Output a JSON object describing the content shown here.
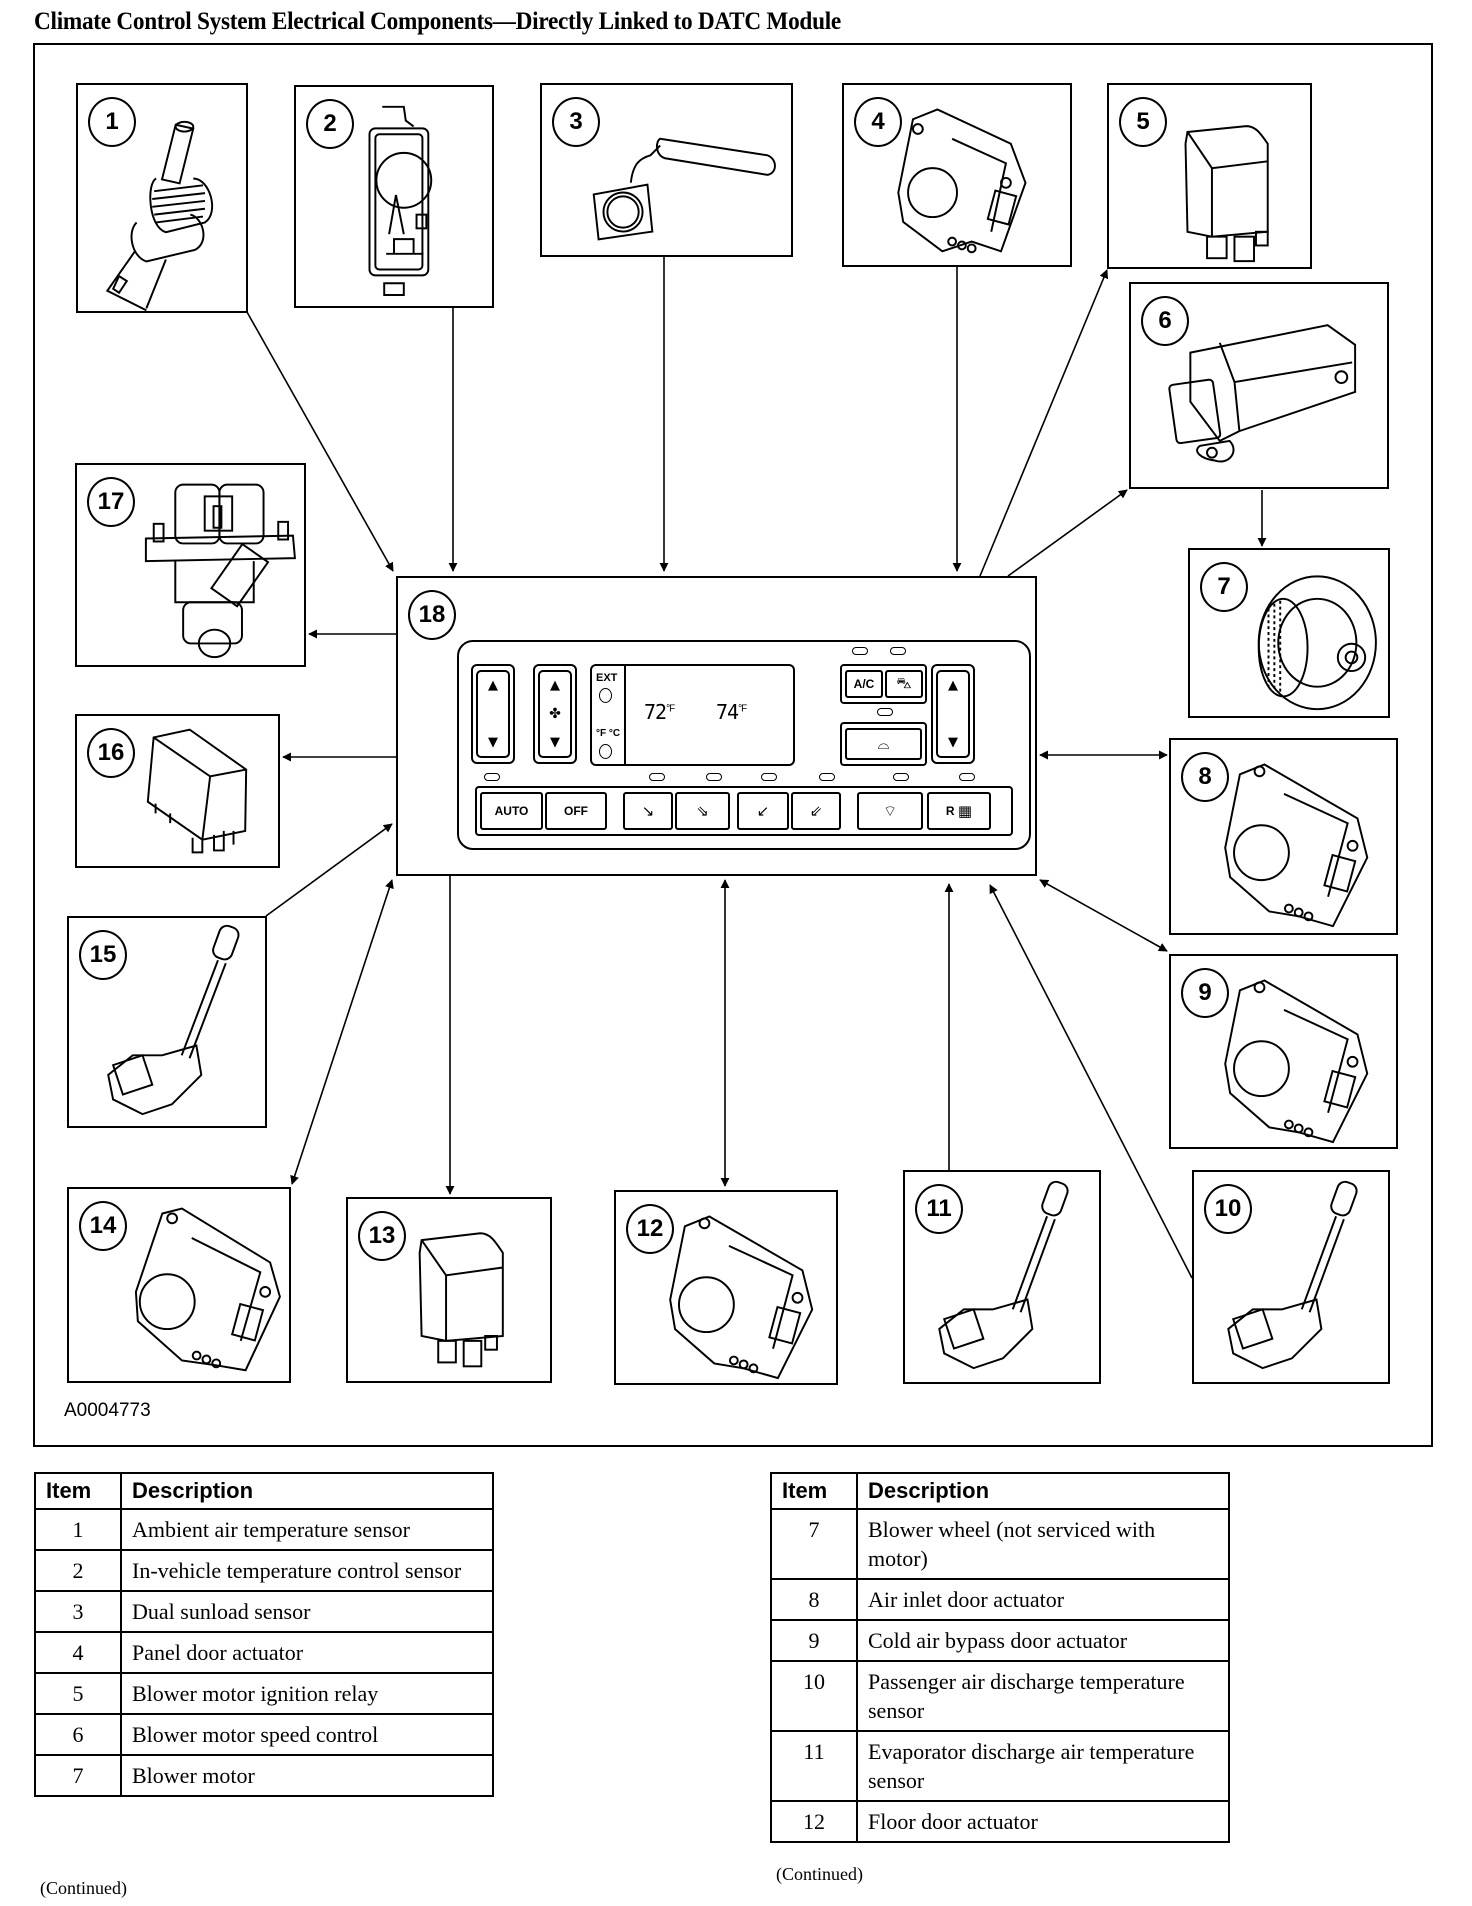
{
  "title": "Climate Control System Electrical Components—Directly Linked to DATC Module",
  "figure_id": "A0004773",
  "components": [
    {
      "number": "1",
      "icon": "temperature-sensor-icon"
    },
    {
      "number": "2",
      "icon": "in-vehicle-sensor-icon"
    },
    {
      "number": "3",
      "icon": "sunload-sensor-icon"
    },
    {
      "number": "4",
      "icon": "door-actuator-icon"
    },
    {
      "number": "5",
      "icon": "relay-icon"
    },
    {
      "number": "6",
      "icon": "speed-control-module-icon"
    },
    {
      "number": "7",
      "icon": "blower-motor-icon"
    },
    {
      "number": "8",
      "icon": "door-actuator-icon"
    },
    {
      "number": "9",
      "icon": "door-actuator-icon"
    },
    {
      "number": "10",
      "icon": "probe-sensor-icon"
    },
    {
      "number": "11",
      "icon": "probe-sensor-icon"
    },
    {
      "number": "12",
      "icon": "door-actuator-icon"
    },
    {
      "number": "13",
      "icon": "relay-icon"
    },
    {
      "number": "14",
      "icon": "door-actuator-icon"
    },
    {
      "number": "15",
      "icon": "probe-sensor-icon"
    },
    {
      "number": "16",
      "icon": "relay-icon"
    },
    {
      "number": "17",
      "icon": "heater-valve-icon"
    },
    {
      "number": "18",
      "icon": "datc-module-icon"
    }
  ],
  "control_panel": {
    "ext_label": "EXT",
    "units_label": "°F °C",
    "driver_temp": "72",
    "passenger_temp": "74",
    "temp_unit": "°F",
    "buttons": {
      "auto": "AUTO",
      "off": "OFF",
      "ac": "A/C",
      "rear_defrost": "R"
    }
  },
  "tables": [
    {
      "headers": [
        "Item",
        "Description"
      ],
      "rows": [
        {
          "item": "1",
          "description": "Ambient air temperature sensor"
        },
        {
          "item": "2",
          "description": "In-vehicle temperature control sensor"
        },
        {
          "item": "3",
          "description": "Dual sunload sensor"
        },
        {
          "item": "4",
          "description": "Panel door actuator"
        },
        {
          "item": "5",
          "description": "Blower motor ignition relay"
        },
        {
          "item": "6",
          "description": "Blower motor speed control"
        },
        {
          "item": "7",
          "description": "Blower motor"
        }
      ],
      "footer": "(Continued)"
    },
    {
      "headers": [
        "Item",
        "Description"
      ],
      "rows": [
        {
          "item": "7",
          "description": "Blower wheel (not serviced with motor)"
        },
        {
          "item": "8",
          "description": "Air inlet door actuator"
        },
        {
          "item": "9",
          "description": "Cold air bypass door actuator"
        },
        {
          "item": "10",
          "description": "Passenger air discharge temperature sensor"
        },
        {
          "item": "11",
          "description": "Evaporator discharge air temperature sensor"
        },
        {
          "item": "12",
          "description": "Floor door actuator"
        }
      ],
      "footer": "(Continued)"
    }
  ]
}
